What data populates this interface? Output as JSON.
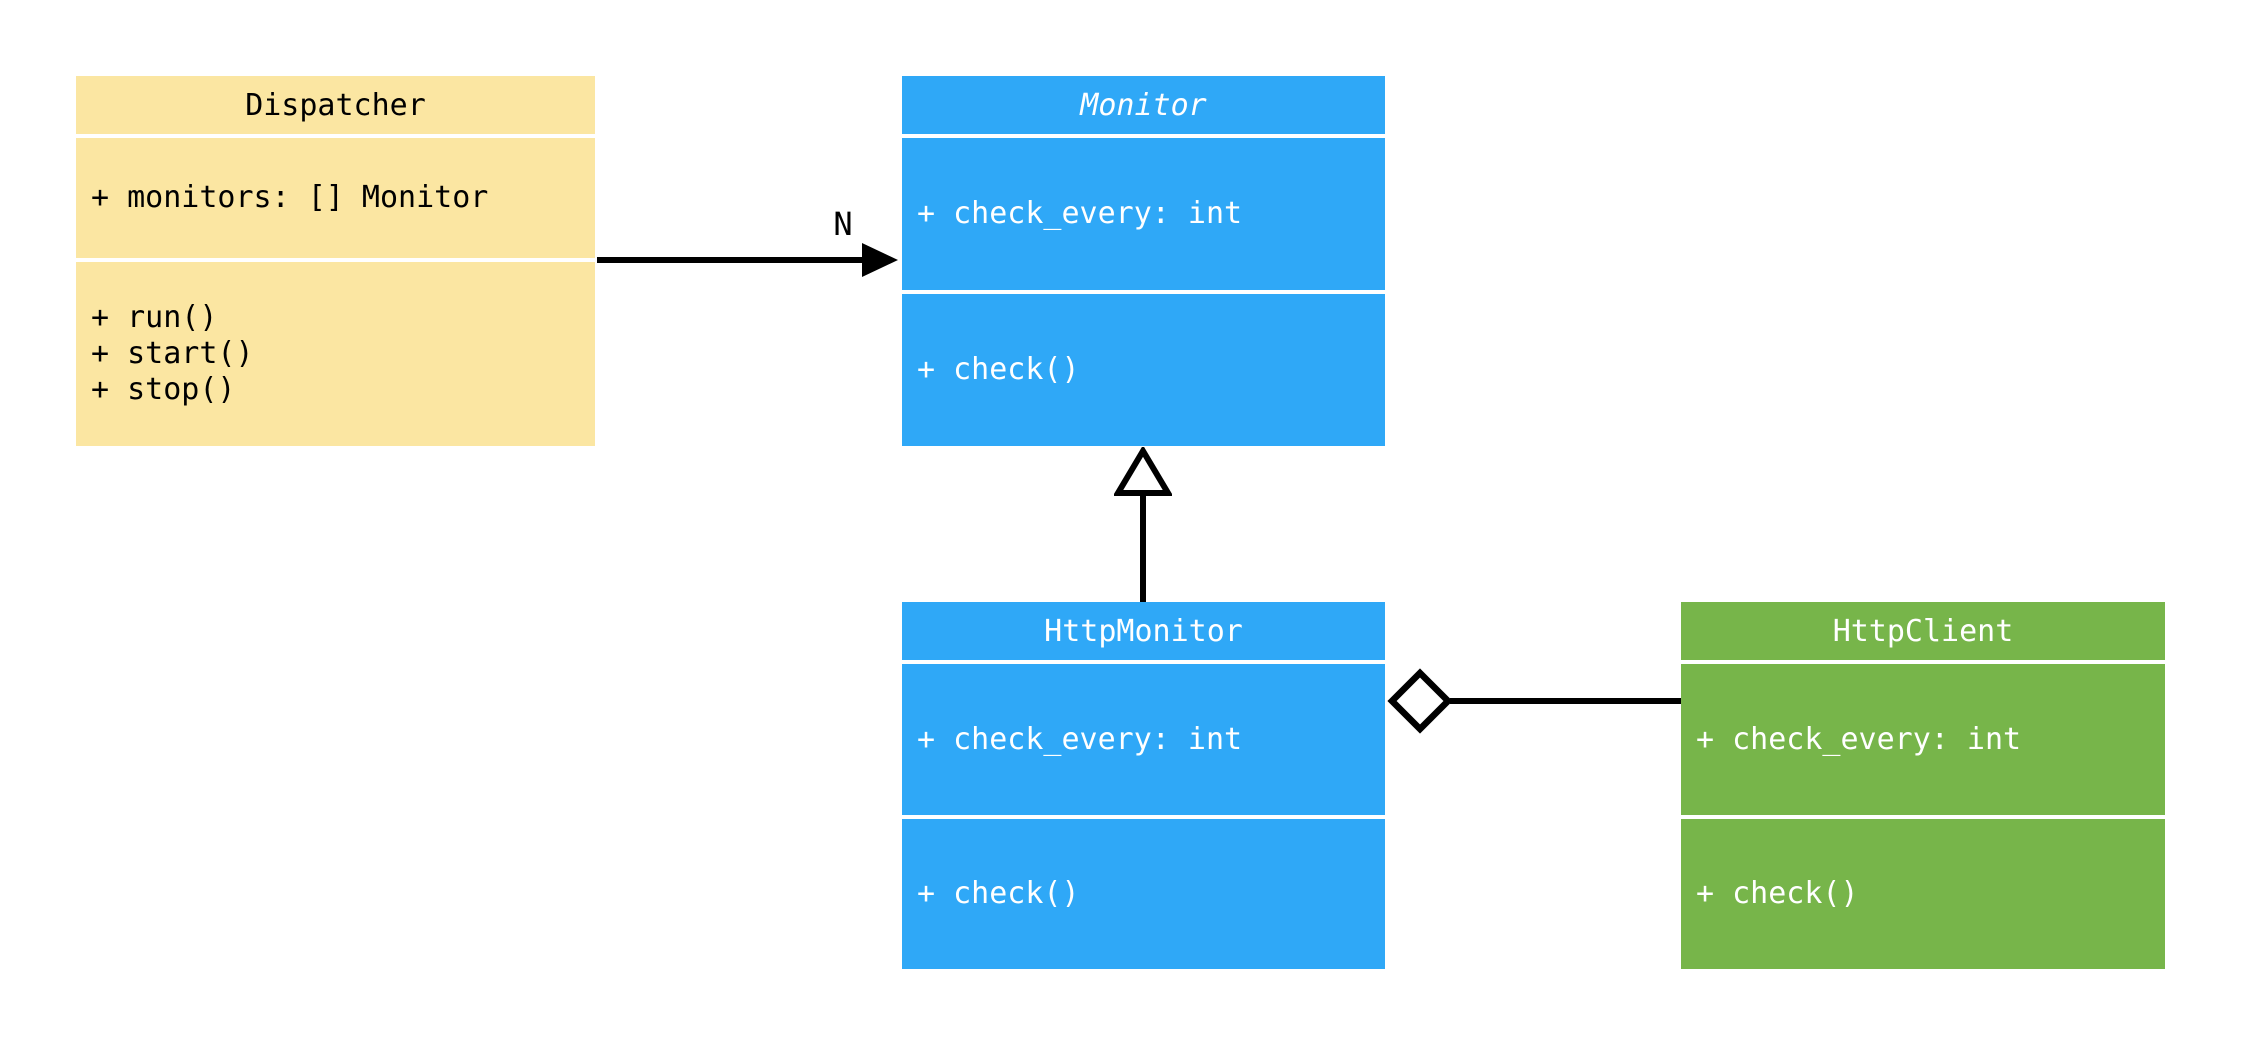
{
  "diagram": {
    "kind": "uml-class-diagram",
    "background": "#ffffff"
  },
  "colors": {
    "dispatcher_fill": "#FBE6A2",
    "monitor_fill": "#2FA8F7",
    "client_fill": "#77B54A",
    "connector": "#000000",
    "text_dark": "#000000",
    "text_light": "#FFFFFF"
  },
  "classes": {
    "dispatcher": {
      "title": "Dispatcher",
      "abstract": false,
      "attributes": [
        "+ monitors: [] Monitor"
      ],
      "methods": [
        "+ run()",
        "+ start()",
        "+ stop()"
      ]
    },
    "monitor": {
      "title": "Monitor",
      "abstract": true,
      "attributes": [
        "+ check_every: int"
      ],
      "methods": [
        "+ check()"
      ]
    },
    "http_monitor": {
      "title": "HttpMonitor",
      "abstract": false,
      "attributes": [
        "+ check_every: int"
      ],
      "methods": [
        "+ check()"
      ]
    },
    "http_client": {
      "title": "HttpClient",
      "abstract": false,
      "attributes": [
        "+ check_every: int"
      ],
      "methods": [
        "+ check()"
      ]
    }
  },
  "relations": {
    "dispatcher_to_monitor": {
      "type": "association",
      "label": "N"
    },
    "httpmonitor_to_monitor": {
      "type": "inheritance",
      "label": ""
    },
    "httpmonitor_to_httpclient": {
      "type": "aggregation",
      "label": ""
    }
  }
}
